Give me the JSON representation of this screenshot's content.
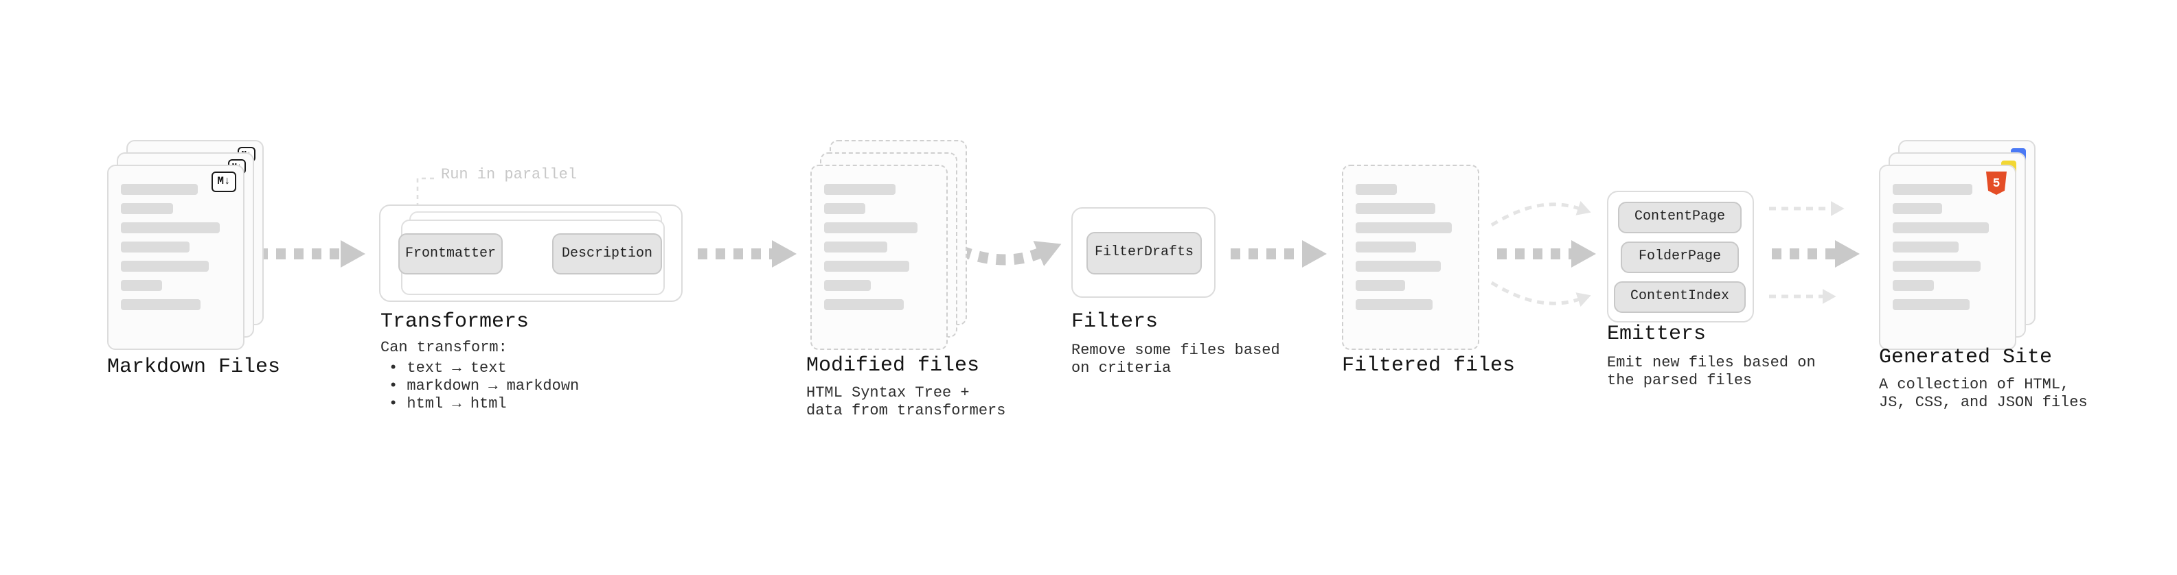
{
  "diagram": {
    "annotation_run_parallel": "Run in parallel",
    "markdown_files": {
      "label": "Markdown Files",
      "badge": "M↓"
    },
    "transformers": {
      "label": "Transformers",
      "buttons": [
        "Frontmatter",
        "Description"
      ],
      "caption_title": "Can transform:",
      "caption_items": [
        "• text → text",
        "• markdown → markdown",
        "• html → html"
      ]
    },
    "modified_files": {
      "label": "Modified files",
      "caption": "HTML Syntax Tree +\ndata from transformers"
    },
    "filters": {
      "label": "Filters",
      "buttons": [
        "FilterDrafts"
      ],
      "caption": "Remove some files based\non criteria"
    },
    "filtered_files": {
      "label": "Filtered files"
    },
    "emitters": {
      "label": "Emitters",
      "buttons": [
        "ContentPage",
        "FolderPage",
        "ContentIndex"
      ],
      "caption": "Emit new files based on\nthe parsed files"
    },
    "generated_site": {
      "label": "Generated Site",
      "badge": "5",
      "caption": "A collection of HTML,\nJS, CSS, and JSON files"
    },
    "colors": {
      "arrow_bold": "#c9c9c9",
      "arrow_faint": "#e4e4e4",
      "html5_orange": "#e44d26",
      "js_yellow": "#f2d734",
      "css_blue": "#4a79f5"
    }
  }
}
